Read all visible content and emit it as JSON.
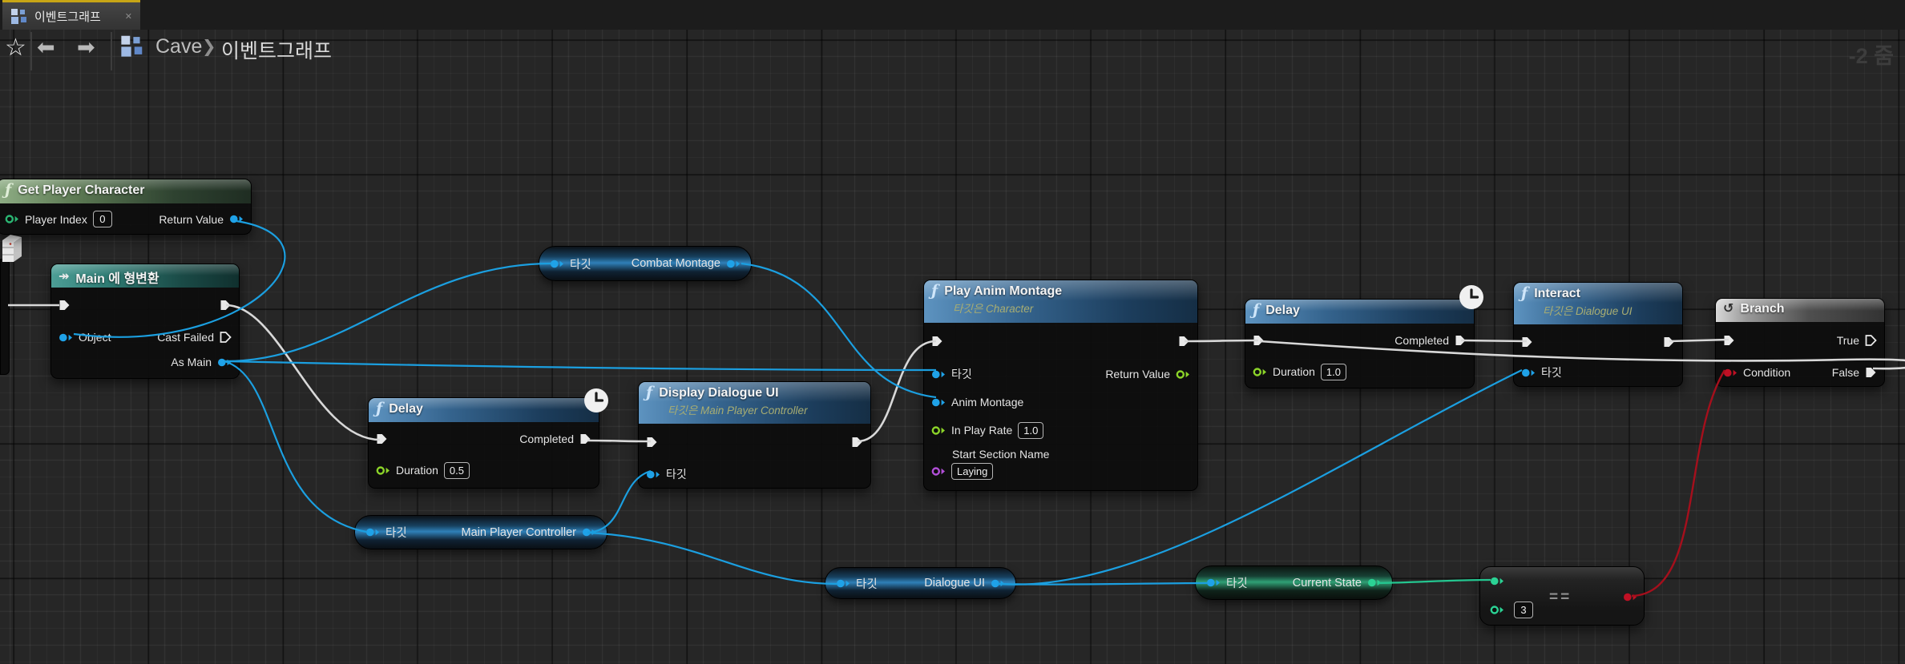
{
  "tab": {
    "title": "이벤트그래프",
    "close_icon": "✕"
  },
  "toolbar": {
    "star_icon": "☆",
    "back_icon": "⬅",
    "forward_icon": "➡",
    "breadcrumb_root": "Cave",
    "breadcrumb_separator": "❯",
    "breadcrumb_current": "이벤트그래프",
    "zoom_indicator": "-2 줌"
  },
  "nodes": {
    "get_player_character": {
      "fn_icon": "ƒ",
      "title": "Get Player Character",
      "player_index_label": "Player Index",
      "player_index_value": "0",
      "return_value_label": "Return Value"
    },
    "cast_to_main": {
      "cast_icon": "↠",
      "title": "Main 에 형변환",
      "object_label": "Object",
      "cast_failed_label": "Cast Failed",
      "as_main_label": "As Main"
    },
    "combat_montage_get": {
      "target_label": "타깃",
      "value_label": "Combat Montage"
    },
    "delay_1": {
      "fn_icon": "ƒ",
      "title": "Delay",
      "completed_label": "Completed",
      "duration_label": "Duration",
      "duration_value": "0.5"
    },
    "display_dialogue_ui": {
      "fn_icon": "ƒ",
      "title": "Display Dialogue UI",
      "subtitle": "타깃은 Main Player Controller",
      "target_label": "타깃"
    },
    "main_player_controller_get": {
      "target_label": "타깃",
      "value_label": "Main Player Controller"
    },
    "play_anim_montage": {
      "fn_icon": "ƒ",
      "title": "Play Anim Montage",
      "subtitle": "타깃은 Character",
      "target_label": "타깃",
      "anim_montage_label": "Anim Montage",
      "in_play_rate_label": "In Play Rate",
      "in_play_rate_value": "1.0",
      "start_section_label": "Start Section Name",
      "start_section_value": "Laying",
      "return_value_label": "Return Value"
    },
    "delay_2": {
      "fn_icon": "ƒ",
      "title": "Delay",
      "completed_label": "Completed",
      "duration_label": "Duration",
      "duration_value": "1.0"
    },
    "interact": {
      "fn_icon": "ƒ",
      "title": "Interact",
      "subtitle": "타깃은 Dialogue UI",
      "target_label": "타깃"
    },
    "branch": {
      "branch_icon": "↺",
      "title": "Branch",
      "condition_label": "Condition",
      "true_label": "True",
      "false_label": "False"
    },
    "dialogue_ui_get": {
      "target_label": "타깃",
      "value_label": "Dialogue UI"
    },
    "current_state_get": {
      "target_label": "타깃",
      "value_label": "Current State"
    },
    "equals": {
      "operator_label": "==",
      "compare_value": "3"
    }
  },
  "colors": {
    "exec_wire": "#d8d8d8",
    "object_pin": "#1fa2e8",
    "float_pin": "#8cd429",
    "enum_pin": "#2bd294",
    "bool_pin": "#c01024",
    "name_pin": "#b24fd8"
  }
}
